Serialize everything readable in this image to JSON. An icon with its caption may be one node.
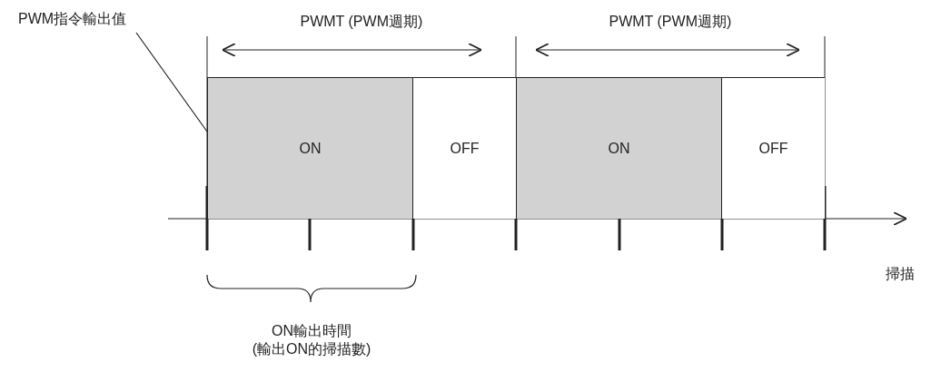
{
  "diagram": {
    "nodes": [
      {
        "text": [
          "PWM指令輸出值"
        ]
      },
      {
        "text": [
          "ON"
        ]
      },
      {
        "text": [
          "OFF"
        ]
      },
      {
        "text": [
          "ON"
        ]
      },
      {
        "text": [
          "OFF"
        ]
      }
    ],
    "edges": [
      {
        "from": 0,
        "to": 1,
        "arrow": "none"
      }
    ],
    "labels": [
      "PWMT (PWM週期)",
      "PWMT (PWM週期)",
      "掃描",
      "ON輸出時間 (輸出ON的掃描數)"
    ]
  }
}
